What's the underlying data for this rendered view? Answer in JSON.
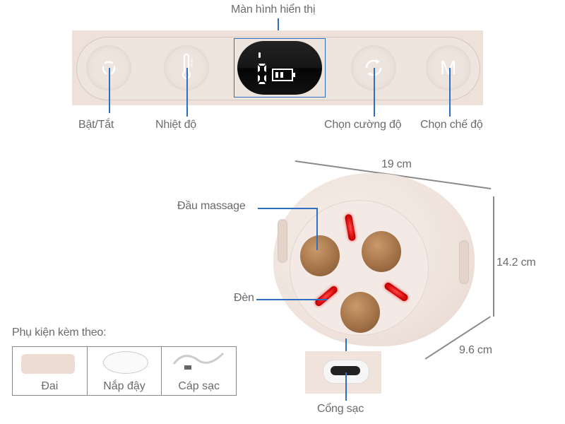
{
  "control_panel": {
    "display_label": "Màn hình hiển thị",
    "buttons": [
      {
        "id": "power",
        "label": "Bật/Tắt",
        "icon": "power-icon"
      },
      {
        "id": "temperature",
        "label": "Nhiệt độ",
        "icon": "thermometer-icon"
      },
      {
        "id": "intensity",
        "label": "Chọn cường độ",
        "icon": "cycle-arrows-icon"
      },
      {
        "id": "mode",
        "label": "Chọn chế độ",
        "icon": "letter-m-icon",
        "glyph": "M"
      }
    ]
  },
  "device": {
    "dimensions": {
      "width": "19 cm",
      "height": "14.2 cm",
      "depth": "9.6 cm"
    },
    "callouts": {
      "massage_head": "Đầu massage",
      "light": "Đèn",
      "charging_port": "Cổng sạc"
    }
  },
  "accessories": {
    "title": "Phụ kiện kèm theo:",
    "items": [
      {
        "label": "Đai",
        "icon": "belt-icon"
      },
      {
        "label": "Nắp đậy",
        "icon": "cover-lid-icon"
      },
      {
        "label": "Cáp sạc",
        "icon": "charging-cable-icon"
      }
    ]
  },
  "colors": {
    "callout_line": "#2f6fc2",
    "device_body": "#efe3dc",
    "led_red": "#e01010",
    "text": "#6b6b6b"
  }
}
